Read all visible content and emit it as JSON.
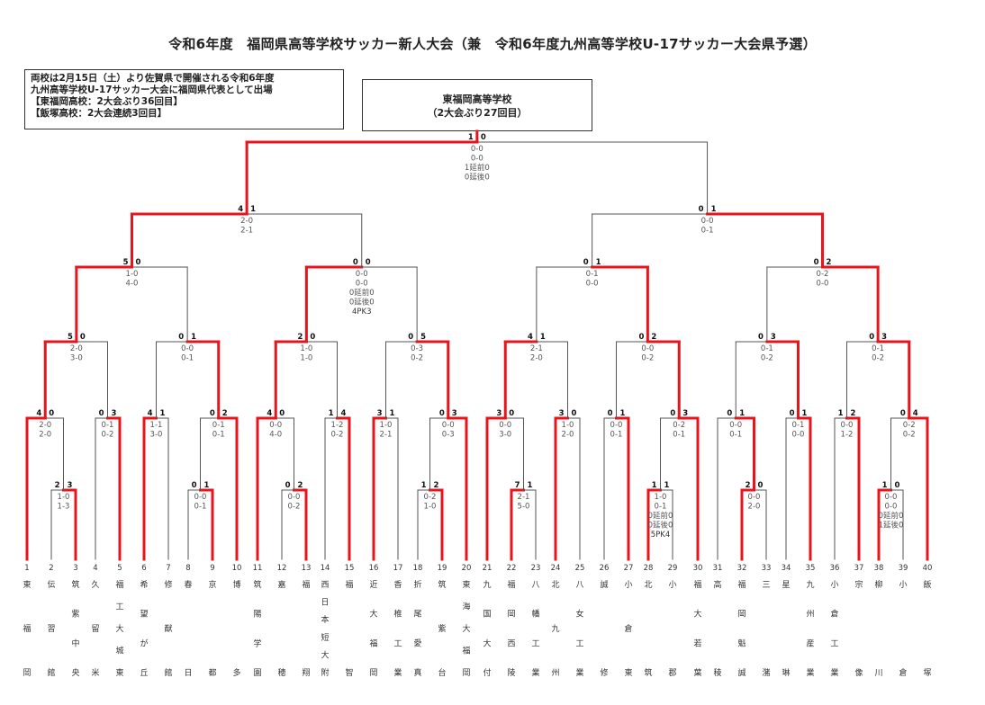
{
  "title": "令和6年度　福岡県高等学校サッカー新人大会（兼　令和6年度九州高等学校U-17サッカー大会県予選）",
  "note": [
    "両校は2月15日（土）より佐賀県で開催される令和6年度",
    "九州高等学校U-17サッカー大会に福岡県代表として出場",
    "【東福岡高校：2大会ぶり36回目】",
    "【飯塚高校：2大会連続3回目】"
  ],
  "champion": {
    "name": "東福岡高等学校",
    "detail": "（2大会ぶり27回目）"
  },
  "teams": [
    {
      "num": "1",
      "name": "東福岡"
    },
    {
      "num": "2",
      "name": "伝習館"
    },
    {
      "num": "3",
      "name": "筑紫中央"
    },
    {
      "num": "4",
      "name": "久留米"
    },
    {
      "num": "5",
      "name": "福工大城東"
    },
    {
      "num": "6",
      "name": "希望が丘"
    },
    {
      "num": "7",
      "name": "修猷館"
    },
    {
      "num": "8",
      "name": "春日"
    },
    {
      "num": "9",
      "name": "京都"
    },
    {
      "num": "10",
      "name": "博多"
    },
    {
      "num": "11",
      "name": "筑陽学園"
    },
    {
      "num": "12",
      "name": "嘉穂"
    },
    {
      "num": "13",
      "name": "福翔"
    },
    {
      "num": "14",
      "name": "西日本短大附"
    },
    {
      "num": "15",
      "name": "福智"
    },
    {
      "num": "16",
      "name": "近大福岡"
    },
    {
      "num": "17",
      "name": "香椎工業"
    },
    {
      "num": "18",
      "name": "折尾愛真"
    },
    {
      "num": "19",
      "name": "筑紫台"
    },
    {
      "num": "20",
      "name": "東海大福岡"
    },
    {
      "num": "21",
      "name": "九国大付"
    },
    {
      "num": "22",
      "name": "福岡西陵"
    },
    {
      "num": "23",
      "name": "八幡工業"
    },
    {
      "num": "24",
      "name": "北九州"
    },
    {
      "num": "25",
      "name": "八女工業"
    },
    {
      "num": "26",
      "name": "誠修"
    },
    {
      "num": "27",
      "name": "小倉東"
    },
    {
      "num": "28",
      "name": "北筑"
    },
    {
      "num": "29",
      "name": "小郡"
    },
    {
      "num": "30",
      "name": "福大若葉"
    },
    {
      "num": "31",
      "name": "高稜"
    },
    {
      "num": "32",
      "name": "福岡魁誠"
    },
    {
      "num": "33",
      "name": "三潴"
    },
    {
      "num": "34",
      "name": "星琳"
    },
    {
      "num": "35",
      "name": "九州産業"
    },
    {
      "num": "36",
      "name": "小倉工業"
    },
    {
      "num": "37",
      "name": "宗像"
    },
    {
      "num": "38",
      "name": "柳川"
    },
    {
      "num": "39",
      "name": "小倉"
    },
    {
      "num": "40",
      "name": "飯塚"
    }
  ],
  "matches": [
    {
      "scores": [
        "2",
        "3"
      ],
      "results": [
        "1-0",
        "1-3"
      ]
    },
    {
      "scores": [
        "0",
        "1"
      ],
      "results": [
        "0-0",
        "0-1"
      ]
    },
    {
      "scores": [
        "0",
        "2"
      ],
      "results": [
        "0-0",
        "0-2"
      ]
    },
    {
      "scores": [
        "1",
        "2"
      ],
      "results": [
        "0-2",
        "1-0"
      ]
    },
    {
      "scores": [
        "7",
        "1"
      ],
      "results": [
        "2-1",
        "5-0"
      ]
    },
    {
      "scores": [
        "1",
        "1"
      ],
      "results": [
        "1-0",
        "0-1",
        "0延前0",
        "0延後0",
        "5PK4"
      ]
    },
    {
      "scores": [
        "2",
        "0"
      ],
      "results": [
        "0-0",
        "2-0"
      ]
    },
    {
      "scores": [
        "1",
        "0"
      ],
      "results": [
        "0-0",
        "0-0",
        "0延前0",
        "1延後0"
      ]
    },
    {
      "scores": [
        "4",
        "0"
      ],
      "results": [
        "2-0",
        "2-0"
      ]
    },
    {
      "scores": [
        "0",
        "3"
      ],
      "results": [
        "0-1",
        "0-2"
      ]
    },
    {
      "scores": [
        "4",
        "1"
      ],
      "results": [
        "1-1",
        "3-0"
      ]
    },
    {
      "scores": [
        "0",
        "2"
      ],
      "results": [
        "0-1",
        "0-1"
      ]
    },
    {
      "scores": [
        "4",
        "0"
      ],
      "results": [
        "0-0",
        "4-0"
      ]
    },
    {
      "scores": [
        "1",
        "4"
      ],
      "results": [
        "1-2",
        "0-2"
      ]
    },
    {
      "scores": [
        "3",
        "1"
      ],
      "results": [
        "1-0",
        "2-1"
      ]
    },
    {
      "scores": [
        "0",
        "3"
      ],
      "results": [
        "0-0",
        "0-3"
      ]
    },
    {
      "scores": [
        "3",
        "0"
      ],
      "results": [
        "0-0",
        "3-0"
      ]
    },
    {
      "scores": [
        "3",
        "0"
      ],
      "results": [
        "1-0",
        "2-0"
      ]
    },
    {
      "scores": [
        "0",
        "1"
      ],
      "results": [
        "0-0",
        "0-1"
      ]
    },
    {
      "scores": [
        "0",
        "3"
      ],
      "results": [
        "0-2",
        "0-1"
      ]
    },
    {
      "scores": [
        "0",
        "1"
      ],
      "results": [
        "0-0",
        "0-1"
      ]
    },
    {
      "scores": [
        "0",
        "1"
      ],
      "results": [
        "0-1",
        "0-0"
      ]
    },
    {
      "scores": [
        "1",
        "2"
      ],
      "results": [
        "0-0",
        "1-2"
      ]
    },
    {
      "scores": [
        "0",
        "4"
      ],
      "results": [
        "0-2",
        "0-2"
      ]
    },
    {
      "scores": [
        "5",
        "0"
      ],
      "results": [
        "2-0",
        "3-0"
      ]
    },
    {
      "scores": [
        "0",
        "1"
      ],
      "results": [
        "0-0",
        "0-1"
      ]
    },
    {
      "scores": [
        "2",
        "0"
      ],
      "results": [
        "1-0",
        "1-0"
      ]
    },
    {
      "scores": [
        "0",
        "5"
      ],
      "results": [
        "0-3",
        "0-2"
      ]
    },
    {
      "scores": [
        "4",
        "1"
      ],
      "results": [
        "2-1",
        "2-0"
      ]
    },
    {
      "scores": [
        "0",
        "2"
      ],
      "results": [
        "0-0",
        "0-2"
      ]
    },
    {
      "scores": [
        "0",
        "3"
      ],
      "results": [
        "0-1",
        "0-2"
      ]
    },
    {
      "scores": [
        "0",
        "3"
      ],
      "results": [
        "0-1",
        "0-2"
      ]
    },
    {
      "scores": [
        "5",
        "0"
      ],
      "results": [
        "1-0",
        "4-0"
      ]
    },
    {
      "scores": [
        "0",
        "0"
      ],
      "results": [
        "0-0",
        "0-0",
        "0延前0",
        "0延後0",
        "4PK3"
      ]
    },
    {
      "scores": [
        "0",
        "1"
      ],
      "results": [
        "0-1",
        "0-0"
      ]
    },
    {
      "scores": [
        "0",
        "2"
      ],
      "results": [
        "0-2",
        "0-0"
      ]
    },
    {
      "scores": [
        "4",
        "1"
      ],
      "results": [
        "2-0",
        "2-1"
      ]
    },
    {
      "scores": [
        "0",
        "1"
      ],
      "results": [
        "0-0",
        "0-1"
      ]
    },
    {
      "scores": [
        "1",
        "0"
      ],
      "results": [
        "0-0",
        "0-0",
        "1延前0",
        "0延後0"
      ]
    }
  ],
  "colors": {
    "winner": "#e8141c",
    "loser": "#555555",
    "text": "#222222"
  }
}
